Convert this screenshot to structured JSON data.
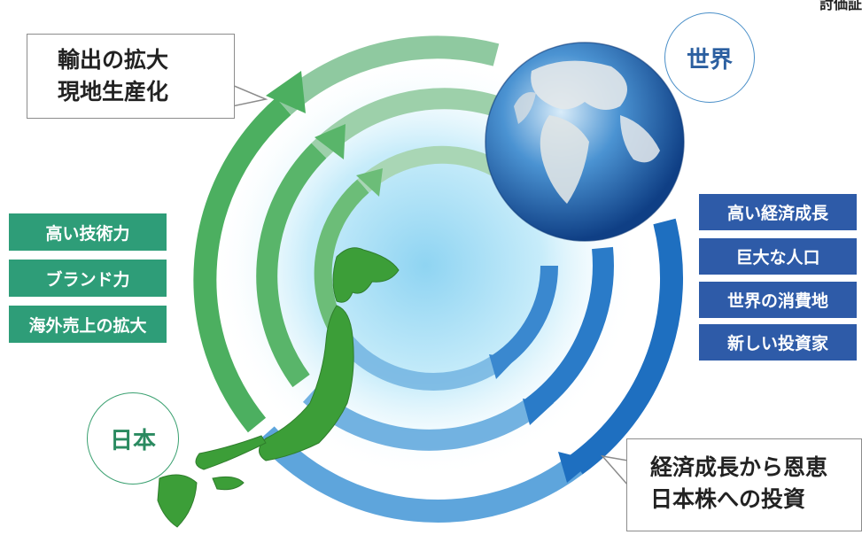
{
  "corner_text": "討価証",
  "callout_export": {
    "line1": "輸出の拡大",
    "line2": "現地生産化"
  },
  "callout_benefit": {
    "line1": "経済成長から恩恵",
    "line2": "日本株への投資"
  },
  "world_label": "世界",
  "japan_label": "日本",
  "japan_strengths": [
    "高い技術力",
    "ブランド力",
    "海外売上の拡大"
  ],
  "world_attributes": [
    "高い経済成長",
    "巨大な人口",
    "世界の消費地",
    "新しい投資家"
  ],
  "colors": {
    "green_tag": "#2e9d78",
    "blue_tag": "#2e5ba8",
    "arrow_green": "#4caf60",
    "arrow_blue": "#1e6fc0",
    "center_glow": "#8fd4f2",
    "japan_map": "#3c9e38"
  },
  "icons": {
    "globe": "globe-earth-icon",
    "japan_map": "japan-map-icon"
  }
}
